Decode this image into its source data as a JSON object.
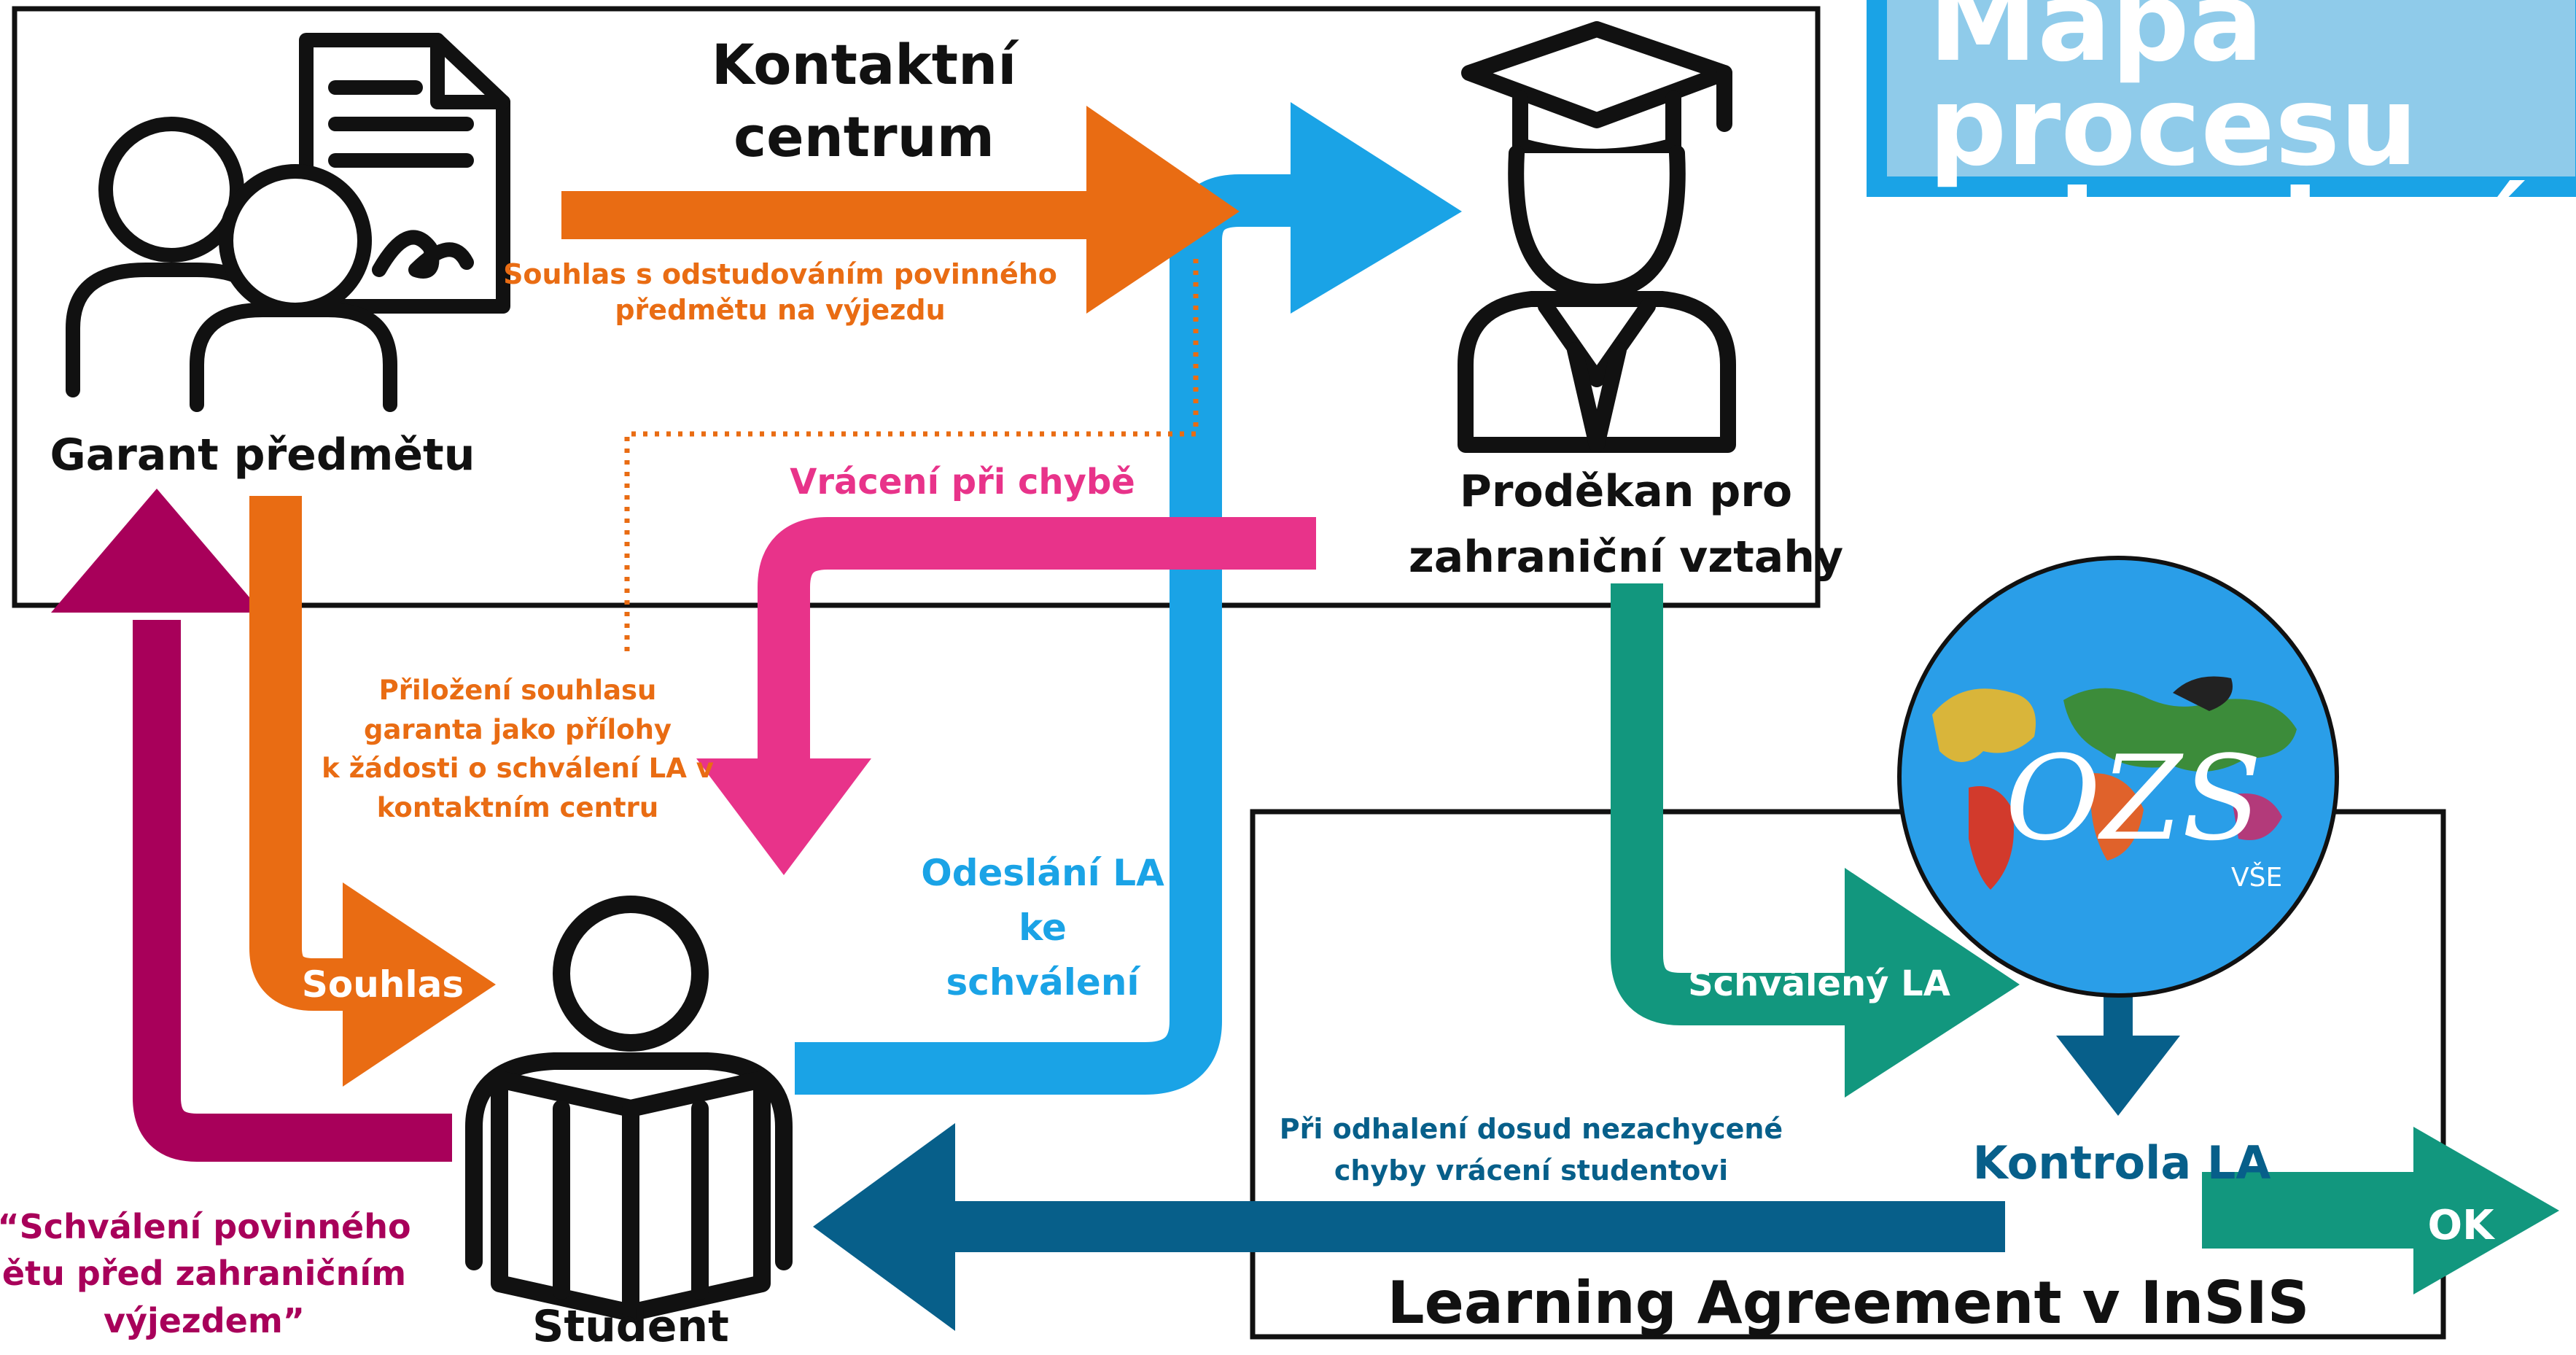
{
  "title": {
    "text": "Mapa procesu\nschvalování"
  },
  "boxes": {
    "contact_center": "Kontaktní centrum",
    "insis": "Learning Agreement v InSIS"
  },
  "actors": {
    "garant": "Garant předmětu",
    "prodekan_line1": "Proděkan pro",
    "prodekan_line2": "zahraniční vztahy",
    "student": "Student"
  },
  "logo": {
    "text": "OZS",
    "sub": "VŠE"
  },
  "flows": {
    "souhlas_povinneho_l1": "Souhlas s odstudováním povinného",
    "souhlas_povinneho_l2": "předmětu na výjezdu",
    "vraceni_pri_chybe": "Vrácení při chybě",
    "prilozeni_l1": "Přiložení souhlasu",
    "prilozeni_l2": "garanta jako přílohy",
    "prilozeni_l3": "k žádosti o schválení LA v",
    "prilozeni_l4": "kontaktním centru",
    "souhlas": "Souhlas",
    "odeslani_l1": "Odeslání LA",
    "odeslani_l2": "ke",
    "odeslani_l3": "schválení",
    "schvaleny_la": "Schválený LA",
    "kontrola_la": "Kontrola LA",
    "ok": "OK",
    "pri_odhaleni_l1": "Při odhalení dosud nezachycené",
    "pri_odhaleni_l2": "chyby vrácení studentovi",
    "schvaleni_l1": "“Schválení povinného",
    "schvaleni_l2": "ětu před zahraničním",
    "schvaleni_l3": "výjezdem”"
  },
  "colors": {
    "orange": "#e96c13",
    "blue": "#1aa3e6",
    "pink": "#e8338a",
    "magenta": "#a8005a",
    "teal": "#12977e",
    "navy": "#075f8a",
    "title_bg": "#8fcbea"
  }
}
